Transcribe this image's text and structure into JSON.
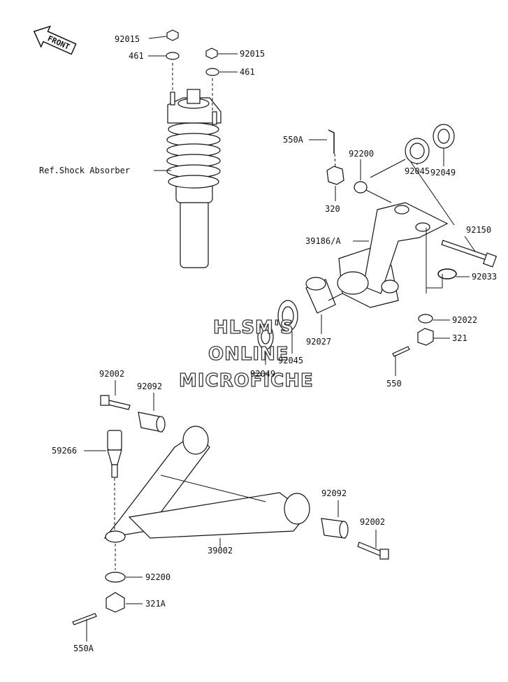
{
  "front_arrow": {
    "label": "FRONT"
  },
  "watermark": {
    "line1": "HLSM'S",
    "line2": "ONLINE",
    "line3": "MICROFICHE"
  },
  "labels": {
    "nut_92015_a": "92015",
    "washer_461_a": "461",
    "nut_92015_b": "92015",
    "washer_461_b": "461",
    "shock_ref": "Ref.Shock Absorber",
    "cotter_550A_top": "550A",
    "washer_92200_top": "92200",
    "bearing_92045_top": "92045",
    "seal_92049_top": "92049",
    "nut_320": "320",
    "knuckle_39186A": "39186/A",
    "bolt_92150": "92150",
    "circlip_92033": "92033",
    "collar_92027": "92027",
    "bearing_92045_bottom": "92045",
    "seal_92049_bottom": "92049",
    "washer_92022": "92022",
    "nut_321": "321",
    "cotter_550": "550",
    "bolt_92002_left": "92002",
    "bushing_92092_left": "92092",
    "balljoint_59266": "59266",
    "arm_39002": "39002",
    "bushing_92092_right": "92092",
    "bolt_92002_right": "92002",
    "washer_92200_bottom": "92200",
    "nut_321A": "321A",
    "cotter_550A_bottom": "550A"
  }
}
